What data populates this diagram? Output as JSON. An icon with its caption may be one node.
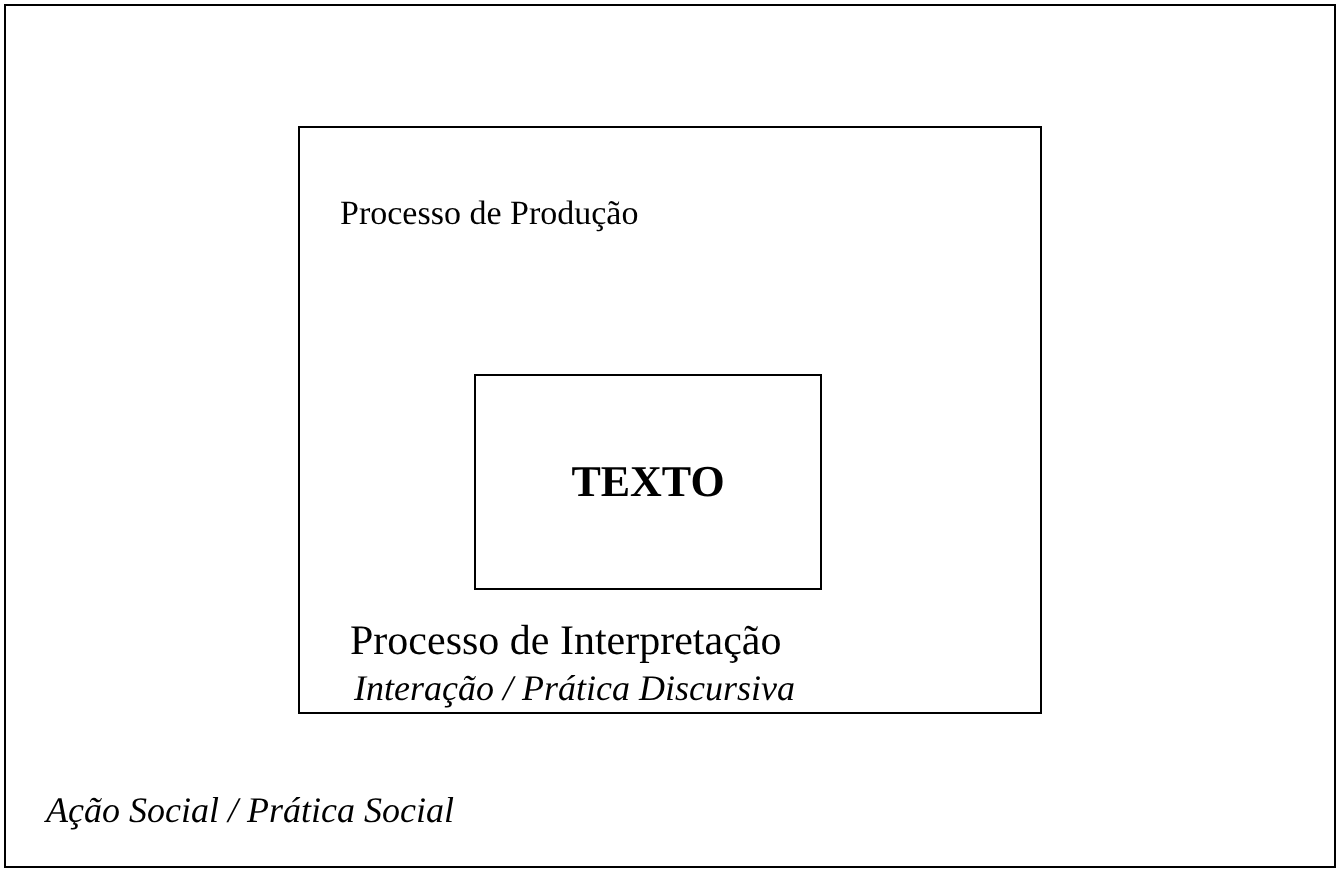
{
  "diagram": {
    "nodes": [
      {
        "text": [
          "Ação Social / Prática Social"
        ]
      },
      {
        "text": [
          "Processo de Produção",
          "Processo de Interpretação",
          "Interação / Prática Discursiva"
        ],
        "in": 0
      },
      {
        "text": [
          "TEXTO"
        ],
        "in": 1
      }
    ]
  }
}
